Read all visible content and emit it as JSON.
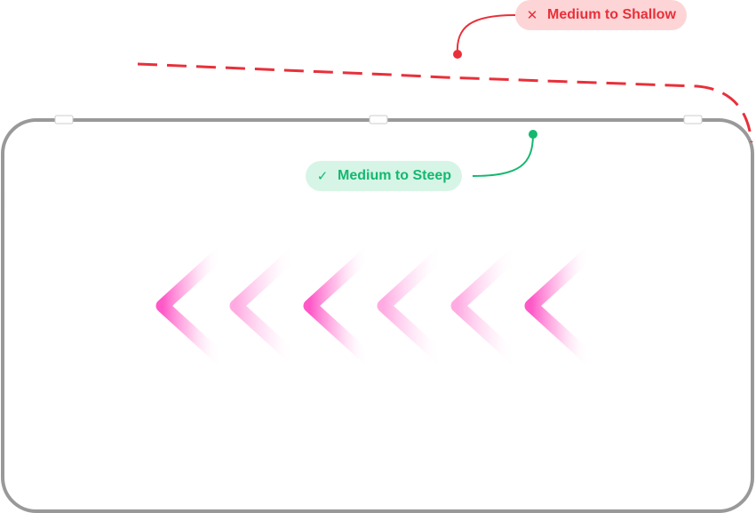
{
  "annotations": {
    "bad": {
      "label": "Medium to Shallow",
      "icon": "close-icon",
      "glyph": "✕",
      "color": "#e8303a",
      "background": "#fdd5d6"
    },
    "good": {
      "label": "Medium to Steep",
      "icon": "check-icon",
      "glyph": "✓",
      "color": "#14b870",
      "background": "#d7f5e6"
    }
  },
  "card": {
    "border_color": "#999999"
  },
  "chevrons": {
    "count": 6,
    "direction": "left",
    "color": "#ff4fc4"
  }
}
